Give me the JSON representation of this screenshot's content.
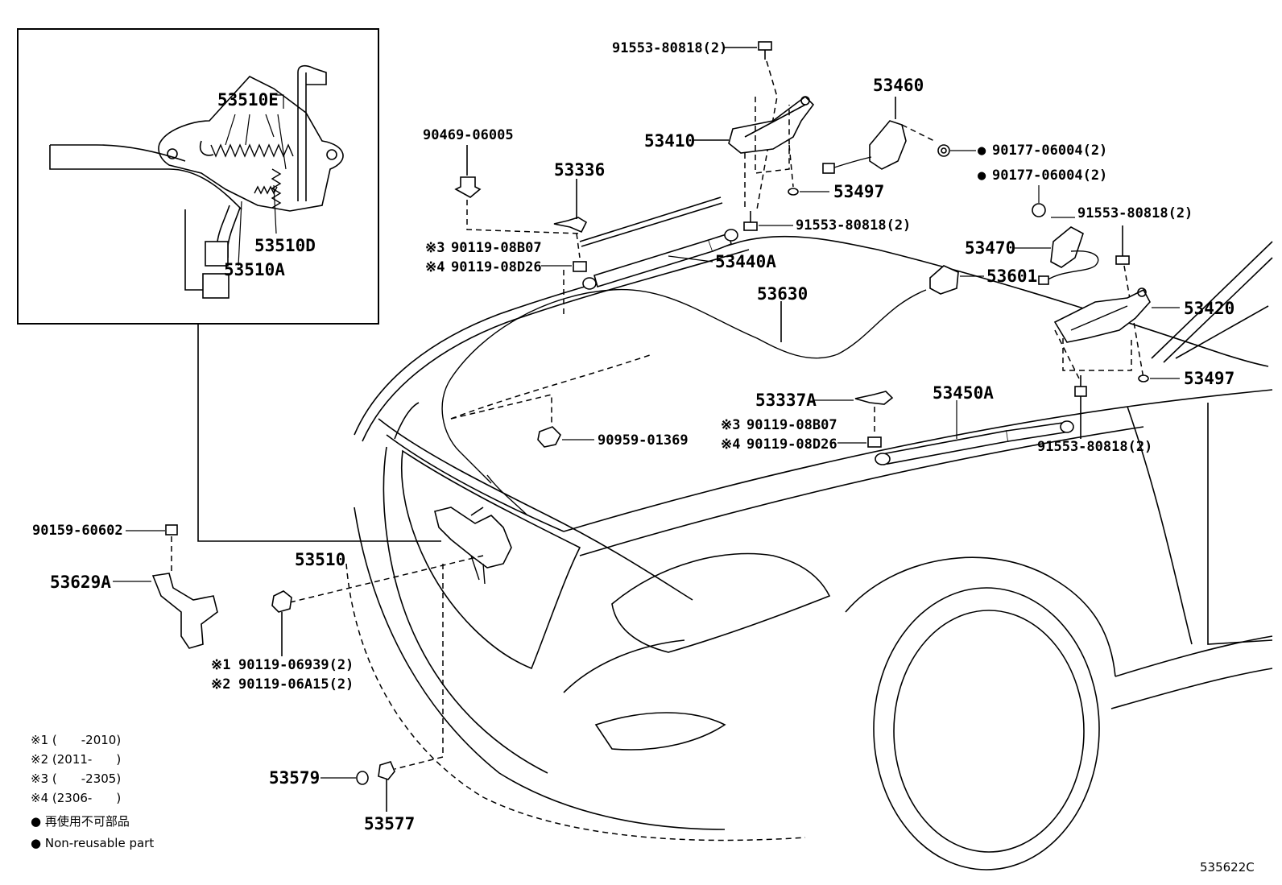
{
  "diagram_code": "535622C",
  "inset_labels": {
    "p53510E": "53510E",
    "p53510D": "53510D",
    "p53510A": "53510A"
  },
  "parts": {
    "p91553_top": "91553-80818(2)",
    "p53460": "53460",
    "p90469": "90469-06005",
    "p53410": "53410",
    "p90177_a": "90177-06004(2)",
    "p90177_b": "90177-06004(2)",
    "p53336": "53336",
    "p53497_top": "53497",
    "p91553_mid": "91553-80818(2)",
    "p91553_right": "91553-80818(2)",
    "p53470": "53470",
    "p90119_08B07_top": "90119-08B07",
    "p90119_08D26_top": "90119-08D26",
    "p53440A": "53440A",
    "p53601": "53601",
    "p53630": "53630",
    "p53420": "53420",
    "p53497_right": "53497",
    "p53337A": "53337A",
    "p53450A": "53450A",
    "p90119_08B07_mid": "90119-08B07",
    "p90119_08D26_mid": "90119-08D26",
    "p90959": "90959-01369",
    "p91553_low": "91553-80818(2)",
    "p90159": "90159-60602",
    "p53510": "53510",
    "p53629A": "53629A",
    "p90119_06939": "90119-06939(2)",
    "p90119_06A15": "90119-06A15(2)",
    "p53579": "53579",
    "p53577": "53577"
  },
  "marks": {
    "m3": "※3",
    "m4": "※4",
    "m1": "※1",
    "m2": "※2",
    "dot": "●"
  },
  "legend": {
    "n1": "※1 (　　-2010)",
    "n2": "※2 (2011-　　)",
    "n3": "※3 (　　-2305)",
    "n4": "※4 (2306-　　)",
    "jp": "● 再使用不可部品",
    "en": "● Non-reusable part"
  }
}
